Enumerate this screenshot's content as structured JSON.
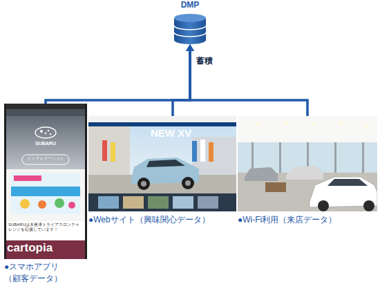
{
  "diagram": {
    "nodes": [
      {
        "text": [
          "DMP"
        ]
      },
      {
        "text": [
          "●スマホアプリ （顧客データ）"
        ]
      },
      {
        "text": [
          "●Webサイト（興味関心データ）"
        ]
      },
      {
        "text": [
          "●Wi-Fi利用（来店データ）"
        ]
      }
    ],
    "edges": [
      {
        "from": 1,
        "to": 0,
        "arrow": "to"
      },
      {
        "from": 2,
        "to": 0,
        "arrow": "to",
        "label": "蓄積"
      },
      {
        "from": 3,
        "to": 0,
        "arrow": "to"
      }
    ],
    "labels": [
      "SUBARU",
      "インフォメーション",
      "SUBARUは木更津トライアスロンチャレンジを応援しています！",
      "cartopia",
      "NEW XV"
    ]
  }
}
